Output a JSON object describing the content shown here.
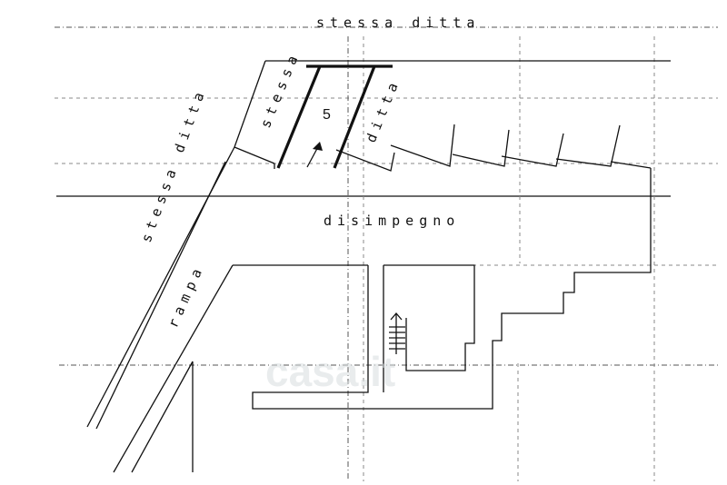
{
  "labels": {
    "top_neighbor": "stessa ditta",
    "left_neighbor": "stessa ditta",
    "space_left": "stessa",
    "space_number": "5",
    "space_right": "ditta",
    "corridor": "disimpegno",
    "ramp": "rampa"
  },
  "watermark": "casa.it"
}
